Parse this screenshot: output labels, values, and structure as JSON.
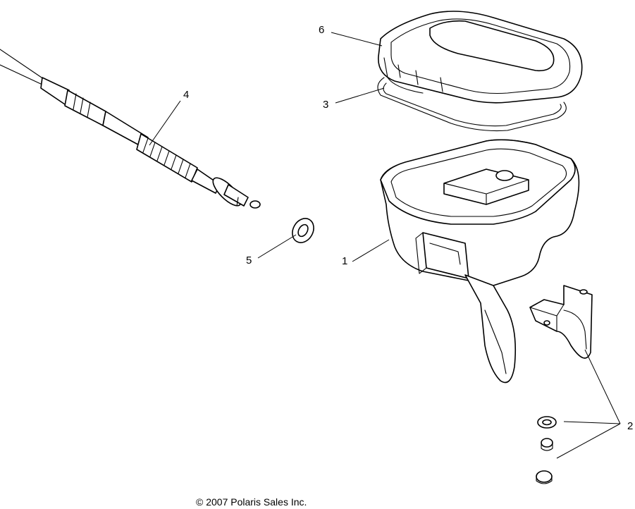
{
  "callouts": [
    {
      "id": "1",
      "label": "1"
    },
    {
      "id": "2",
      "label": "2"
    },
    {
      "id": "3",
      "label": "3"
    },
    {
      "id": "4",
      "label": "4"
    },
    {
      "id": "5",
      "label": "5"
    },
    {
      "id": "6",
      "label": "6"
    }
  ],
  "copyright": "© 2007 Polaris Sales Inc.",
  "colors": {
    "line": "#000000",
    "background": "#ffffff"
  }
}
